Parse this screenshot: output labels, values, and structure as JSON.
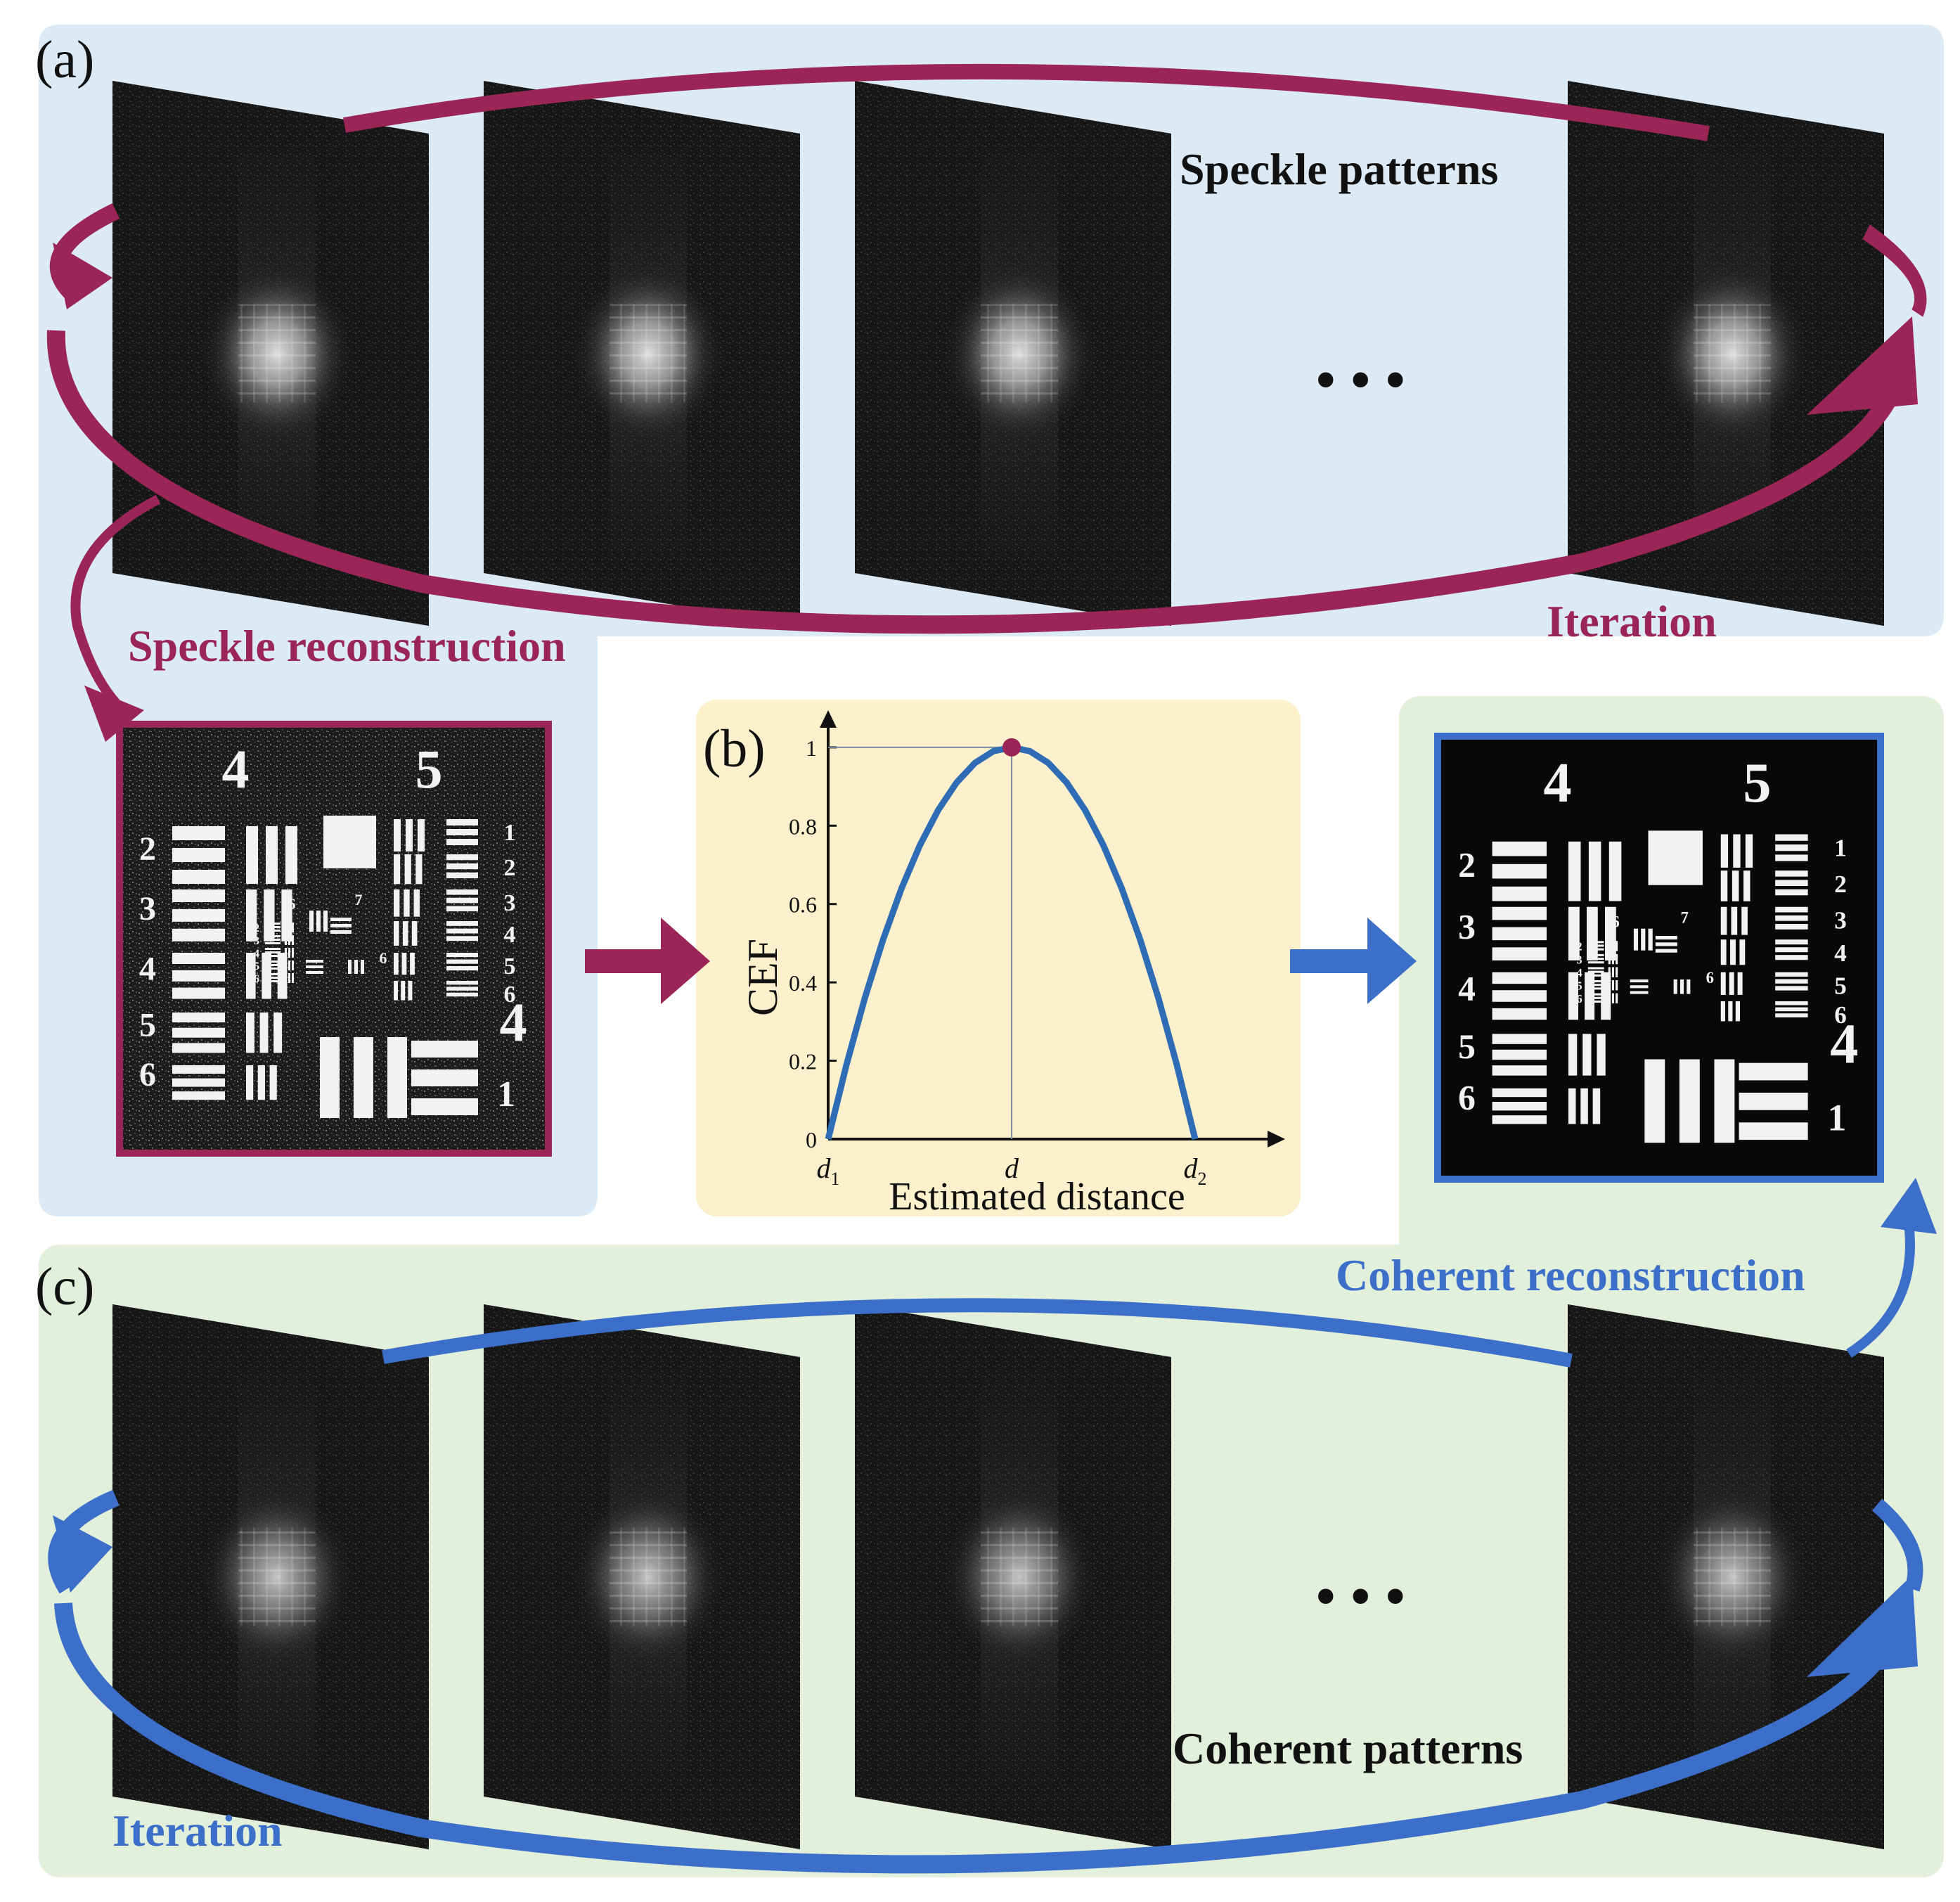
{
  "panel_a": {
    "label": "(a)",
    "patterns_label": "Speckle patterns",
    "iteration_label": "Iteration",
    "reconstruction_label": "Speckle reconstruction",
    "ellipsis": "•••",
    "color": "#9b2556",
    "background": "#dbeaf5"
  },
  "panel_b": {
    "label": "(b)",
    "background": "#fdf0cc",
    "curve_color": "#2e6db5"
  },
  "panel_c": {
    "label": "(c)",
    "patterns_label": "Coherent patterns",
    "iteration_label": "Iteration",
    "reconstruction_label": "Coherent reconstruction",
    "ellipsis": "•••",
    "color": "#3c6fc9",
    "background": "#e1efdb"
  },
  "target": {
    "group_left": "4",
    "group_right": "5",
    "group_small": "4",
    "left_row_numbers": [
      "2",
      "3",
      "4",
      "5",
      "6"
    ],
    "right_row_numbers": [
      "1",
      "2",
      "3",
      "4",
      "5",
      "6"
    ],
    "bottom_number": "1",
    "inner_numbers": [
      "6",
      "7",
      "6",
      "2",
      "3",
      "4",
      "5",
      "6"
    ]
  },
  "chart_data": {
    "type": "line",
    "ylabel": "CEF",
    "xlabel": "Estimated distance",
    "x_ticks": [
      "d1",
      "d",
      "d2"
    ],
    "x_tick_main": [
      "d",
      "d",
      "d"
    ],
    "x_tick_sub": [
      "1",
      "",
      "2"
    ],
    "y_ticks": [
      "0",
      "0.2",
      "0.4",
      "0.6",
      "0.8",
      "1"
    ],
    "y_tick_values": [
      0,
      0.2,
      0.4,
      0.6,
      0.8,
      1
    ],
    "ylim": [
      0,
      1.05
    ],
    "xlim": [
      0,
      1
    ],
    "series": [
      {
        "x": [
          0,
          0.05,
          0.1,
          0.15,
          0.2,
          0.25,
          0.3,
          0.35,
          0.4,
          0.45,
          0.5,
          0.55,
          0.6,
          0.65,
          0.7,
          0.75,
          0.8,
          0.85,
          0.9,
          0.95,
          1.0
        ],
        "values": [
          0,
          0.19,
          0.36,
          0.51,
          0.64,
          0.75,
          0.84,
          0.91,
          0.96,
          0.99,
          1.0,
          0.99,
          0.96,
          0.91,
          0.84,
          0.75,
          0.64,
          0.51,
          0.36,
          0.19,
          0
        ]
      }
    ],
    "peak": {
      "x": 0.5,
      "y": 1.0
    }
  }
}
